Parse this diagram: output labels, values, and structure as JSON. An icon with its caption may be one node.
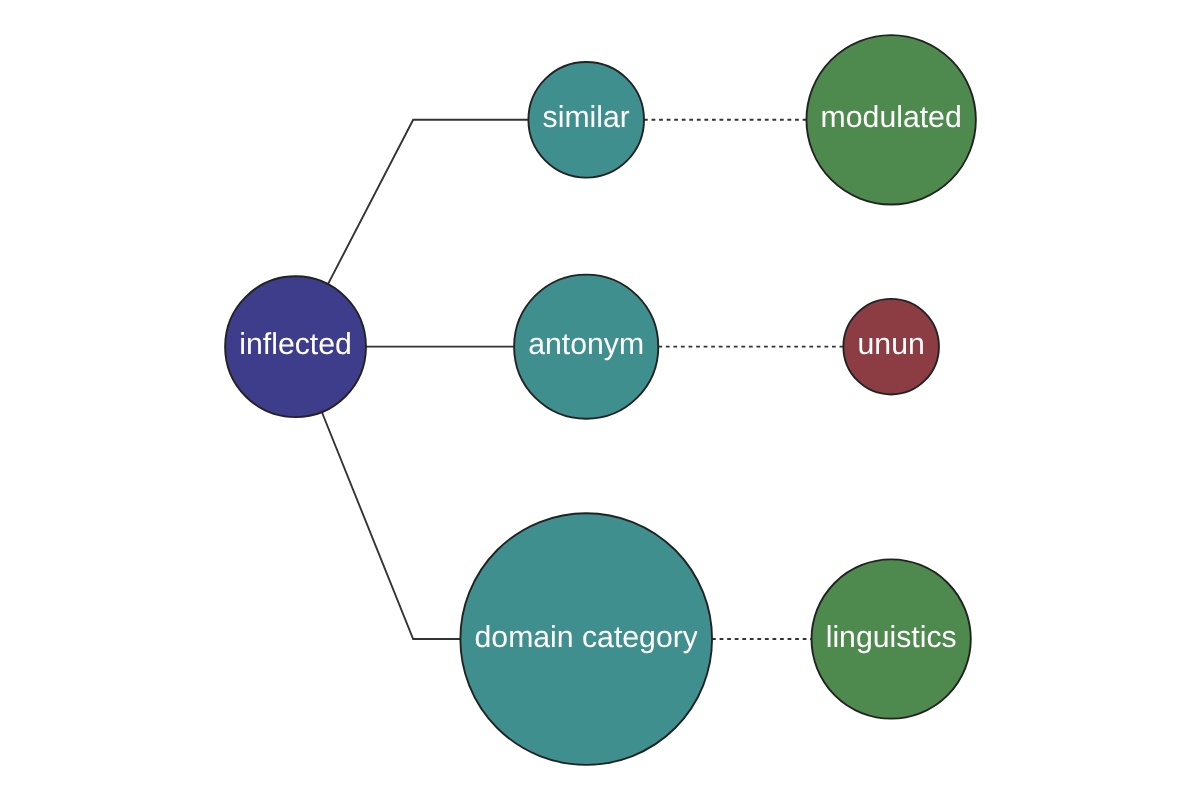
{
  "diagram": {
    "nodes": [
      {
        "text": [
          "modulated"
        ]
      },
      {
        "text": [
          "similar"
        ]
      },
      {
        "text": [
          "inflected"
        ]
      },
      {
        "text": [
          "antonym"
        ]
      },
      {
        "text": [
          "unun"
        ]
      },
      {
        "text": [
          "domain category"
        ]
      },
      {
        "text": [
          "linguistics"
        ]
      }
    ],
    "edges": [
      {
        "from": 1,
        "to": 0,
        "arrow": "none",
        "style": "dashed"
      },
      {
        "from": 2,
        "to": 1,
        "arrow": "none"
      },
      {
        "from": 2,
        "to": 3,
        "arrow": "none"
      },
      {
        "from": 3,
        "to": 4,
        "arrow": "none",
        "style": "dashed"
      },
      {
        "from": 2,
        "to": 5,
        "arrow": "none"
      },
      {
        "from": 5,
        "to": 6,
        "arrow": "none",
        "style": "dashed"
      }
    ]
  }
}
